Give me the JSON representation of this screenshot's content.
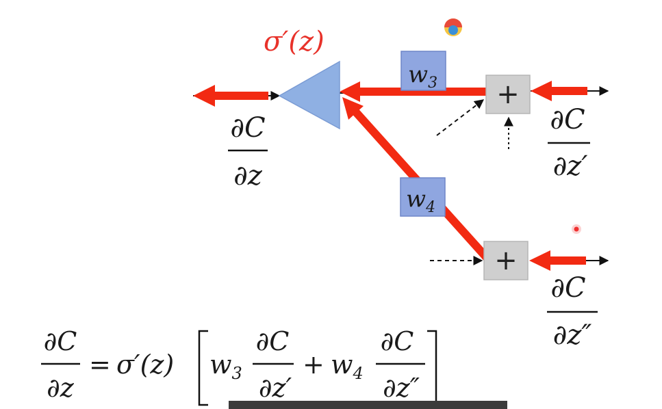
{
  "diagram": {
    "activation_label": "σ′(z)",
    "weights": {
      "w3": "w",
      "w3_sub": "3",
      "w4": "w",
      "w4_sub": "4"
    },
    "plus_symbol": "+",
    "fractions": {
      "left": {
        "num": "∂C",
        "den": "∂z"
      },
      "top": {
        "num": "∂C",
        "den": "∂z′"
      },
      "bottom": {
        "num": "∂C",
        "den": "∂z″"
      }
    }
  },
  "equation": {
    "lhs_num": "∂C",
    "lhs_den": "∂z",
    "equals": "=",
    "sigma": "σ′(z)",
    "w3": "w",
    "w3_sub": "3",
    "frac1_num": "∂C",
    "frac1_den": "∂z′",
    "plus": "+",
    "w4": "w",
    "w4_sub": "4",
    "frac2_num": "∂C",
    "frac2_den": "∂z″"
  },
  "subtitle": {
    "text": ""
  },
  "colors": {
    "red_arrow": "#f22a12",
    "triangle": "#8fb0e3",
    "weight_box": "#8fa6e0",
    "plus_box": "#cfcfcf"
  }
}
